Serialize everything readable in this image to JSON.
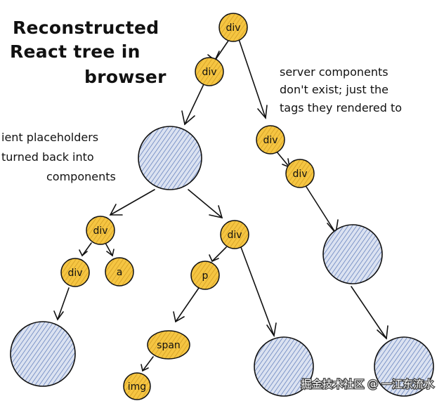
{
  "title_lines": [
    "Reconstructed",
    "React tree in",
    "browser"
  ],
  "notes": {
    "server": [
      "server components",
      "don't exist; just the",
      "tags they rendered to"
    ],
    "client": [
      "ient placeholders",
      "turned back into",
      "components"
    ]
  },
  "nodes": {
    "root_div": "div",
    "div_left": "div",
    "div_right1": "div",
    "div_right2": "div",
    "div_mid_left": "div",
    "div_mid_right": "div",
    "div_leaf": "div",
    "a_leaf": "a",
    "p_node": "p",
    "span_node": "span",
    "img_node": "img"
  },
  "watermark": "掘金技术社区 @ 一江东流水",
  "colors": {
    "tag_fill": "#f5c542",
    "component_fill": "#c9d4ea",
    "hatch": "#4e6fb3",
    "stroke": "#111111"
  }
}
